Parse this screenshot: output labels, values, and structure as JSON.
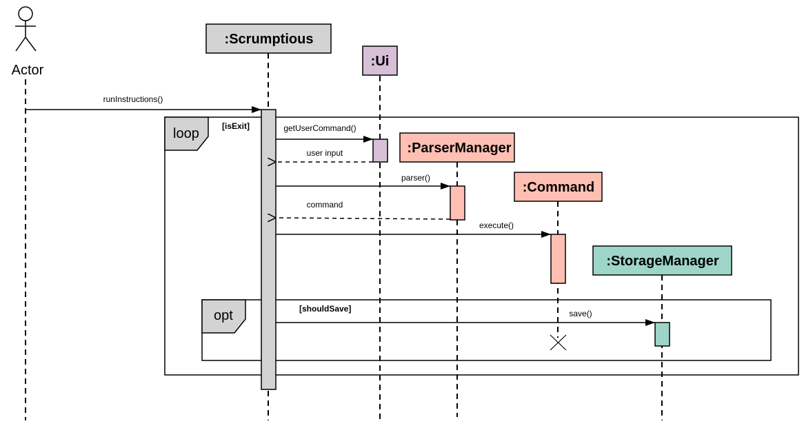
{
  "actor": {
    "label": "Actor"
  },
  "participants": {
    "scrumptious": {
      "label": ":Scrumptious",
      "color": "#d3d3d3"
    },
    "ui": {
      "label": ":Ui",
      "color": "#d7bfd8"
    },
    "parser_manager": {
      "label": ":ParserManager",
      "color": "#ffbfb3"
    },
    "command": {
      "label": ":Command",
      "color": "#ffbfb3"
    },
    "storage_manager": {
      "label": ":StorageManager",
      "color": "#9ed5c9"
    }
  },
  "messages": {
    "run_instructions": "runInstructions()",
    "get_user_command": "getUserCommand()",
    "user_input": "user input",
    "parser": "parser()",
    "command": "command",
    "execute": "execute()",
    "save": "save()"
  },
  "fragments": {
    "loop": {
      "operator": "loop",
      "guard": "[isExit]"
    },
    "opt": {
      "operator": "opt",
      "guard": "[shouldSave]"
    }
  }
}
